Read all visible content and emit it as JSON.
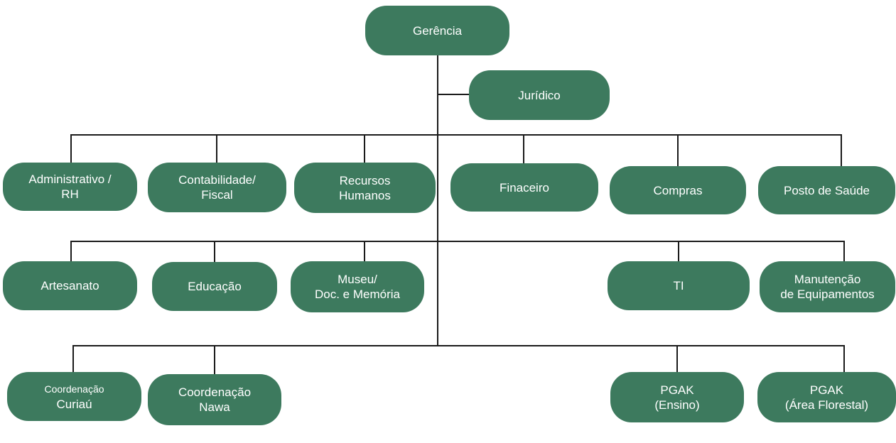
{
  "colors": {
    "node": "#3d7a5e",
    "connector": "#1a1a1a",
    "text": "#ffffff"
  },
  "nodes": {
    "gerencia": {
      "lines": [
        "Gerência"
      ]
    },
    "juridico": {
      "lines": [
        "Jurídico"
      ]
    },
    "administrativo": {
      "lines": [
        "Administrativo /",
        "RH"
      ]
    },
    "contabilidade": {
      "lines": [
        "Contabilidade/",
        "Fiscal"
      ]
    },
    "recursos_humanos": {
      "lines": [
        "Recursos",
        "Humanos"
      ]
    },
    "financeiro": {
      "lines": [
        "Finaceiro"
      ]
    },
    "compras": {
      "lines": [
        "Compras"
      ]
    },
    "posto_saude": {
      "lines": [
        "Posto de Saúde"
      ]
    },
    "artesanato": {
      "lines": [
        "Artesanato"
      ]
    },
    "educacao": {
      "lines": [
        "Educação"
      ]
    },
    "museu": {
      "lines": [
        "Museu/",
        "Doc. e Memória"
      ]
    },
    "ti": {
      "lines": [
        "TI"
      ]
    },
    "manutencao": {
      "lines": [
        "Manutenção",
        "de Equipamentos"
      ]
    },
    "coord_curiau": {
      "lines": [
        "Coordenação",
        "Curiaú"
      ]
    },
    "coord_nawa": {
      "lines": [
        "Coordenação",
        "Nawa"
      ]
    },
    "pgak_ensino": {
      "lines": [
        "PGAK",
        "(Ensino)"
      ]
    },
    "pgak_florestal": {
      "lines": [
        "PGAK",
        "(Área Florestal)"
      ]
    }
  }
}
